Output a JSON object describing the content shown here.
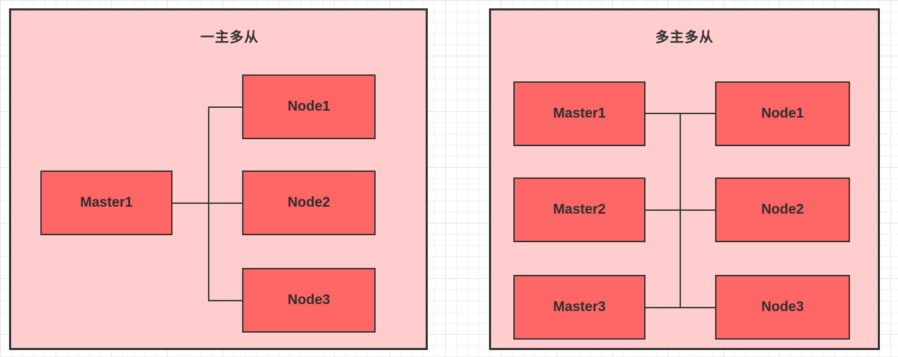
{
  "diagram": {
    "colors": {
      "panel_fill": "#ffcdcd",
      "box_fill": "#ff6666",
      "stroke": "#333333",
      "label_text": "#2e2e2e",
      "canvas_grid_minor": "#f0f0f0",
      "canvas_grid_major": "#e4e4e4",
      "canvas_background": "#ffffff"
    },
    "panels": [
      {
        "title": "一主多从",
        "boxes": [
          {
            "label": "Master1",
            "role": "master"
          },
          {
            "label": "Node1",
            "role": "slave"
          },
          {
            "label": "Node2",
            "role": "slave"
          },
          {
            "label": "Node3",
            "role": "slave"
          }
        ],
        "connections": [
          {
            "from": "Master1",
            "to": "Node1"
          },
          {
            "from": "Master1",
            "to": "Node2"
          },
          {
            "from": "Master1",
            "to": "Node3"
          }
        ]
      },
      {
        "title": "多主多从",
        "boxes": [
          {
            "label": "Master1",
            "role": "master"
          },
          {
            "label": "Node1",
            "role": "slave"
          },
          {
            "label": "Master2",
            "role": "master"
          },
          {
            "label": "Node2",
            "role": "slave"
          },
          {
            "label": "Master3",
            "role": "master"
          },
          {
            "label": "Node3",
            "role": "slave"
          }
        ],
        "connections": [
          {
            "from": "Master1",
            "to": "Node1"
          },
          {
            "from": "Master2",
            "to": "Node2"
          },
          {
            "from": "Master3",
            "to": "Node3"
          },
          {
            "from": "Master1",
            "to": "shared-bus"
          },
          {
            "from": "Master2",
            "to": "shared-bus"
          },
          {
            "from": "Master3",
            "to": "shared-bus"
          }
        ]
      }
    ]
  }
}
